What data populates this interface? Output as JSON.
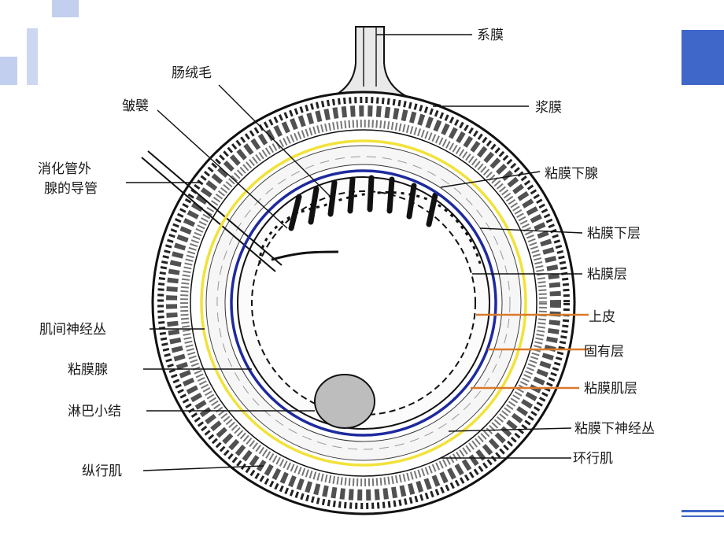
{
  "colors": {
    "slide_accent_blue": "#3F67C9",
    "slide_accent_light": "#8FA8E0",
    "inner_ring": "#1E2A9E",
    "outer_ring": "#F2E23A",
    "orange_leader": "#D97A2A",
    "ink": "#1a1a1a"
  },
  "labels": {
    "mesentery": "系膜",
    "villus": "肠绒毛",
    "plica": "皱襞",
    "gland_duct_1": "消化管外",
    "gland_duct_2": "腺的导管",
    "myenteric_plexus": "肌间神经丛",
    "intestinal_gland": "粘膜腺",
    "lymph_nodule": "淋巴小结",
    "longitudinal_muscle": "纵行肌",
    "serosa": "浆膜",
    "submucosal_gland": "粘膜下腺",
    "submucosa": "粘膜下层",
    "mucosa": "粘膜层",
    "epithelium": "上皮",
    "lamina_propria": "固有层",
    "muscularis_mucosae": "粘膜肌层",
    "submucosal_plexus": "粘膜下神经丛",
    "circular_muscle": "环行肌"
  }
}
